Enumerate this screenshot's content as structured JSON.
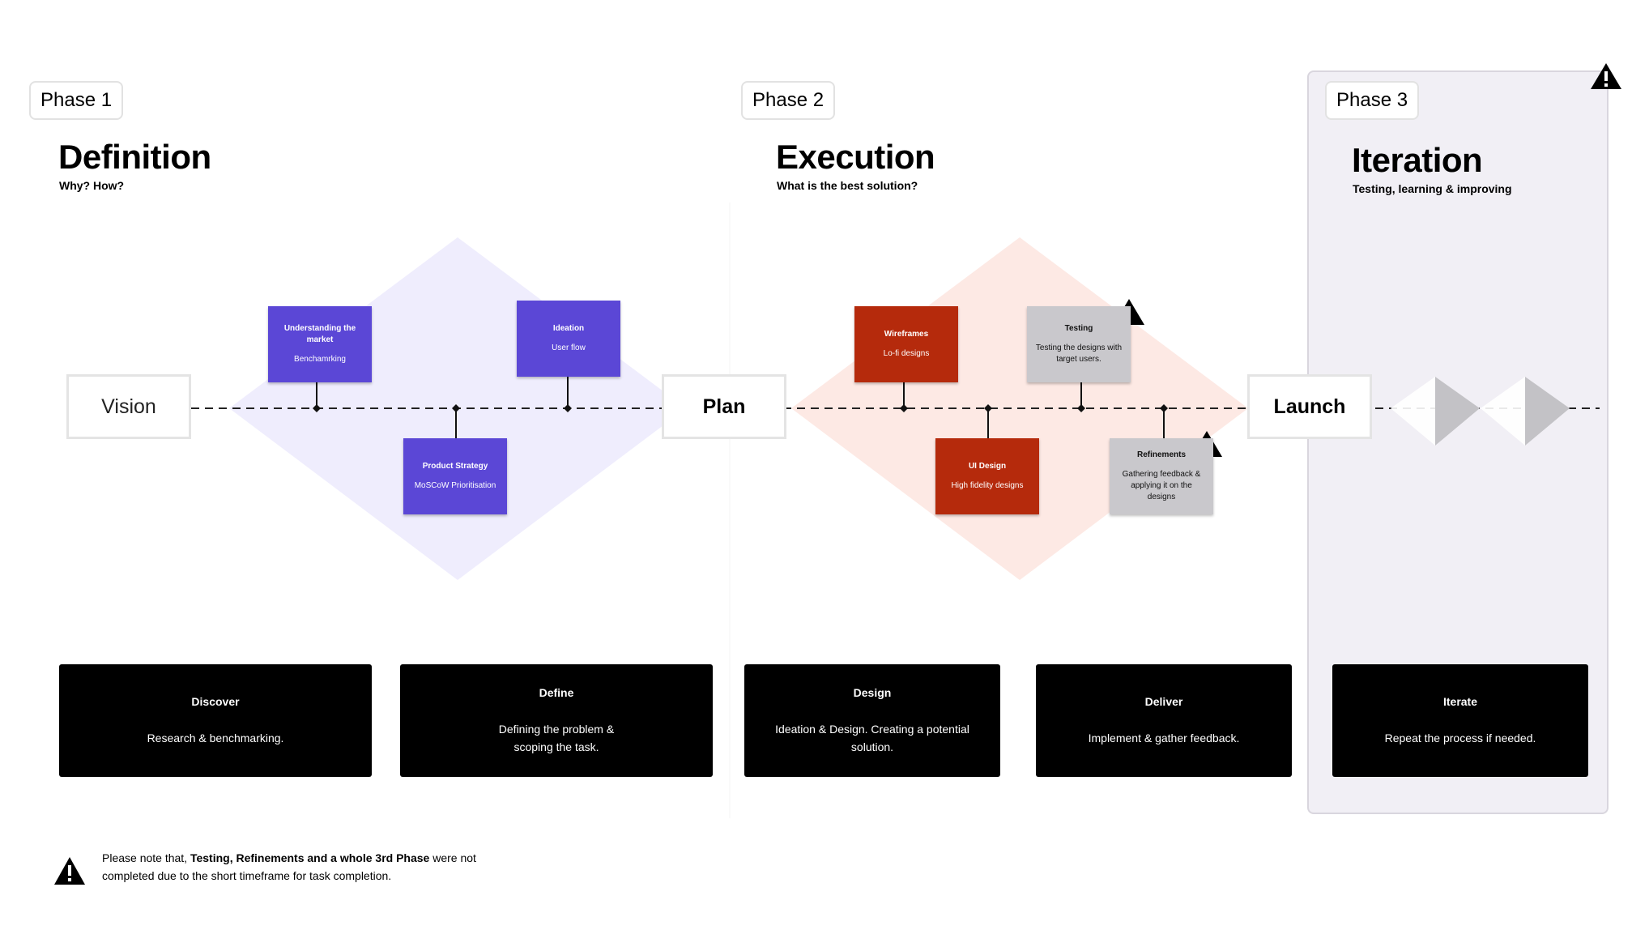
{
  "phases": [
    {
      "tag": "Phase 1",
      "title": "Definition",
      "subtitle": "Why? How?"
    },
    {
      "tag": "Phase 2",
      "title": "Execution",
      "subtitle": "What is the best solution?"
    },
    {
      "tag": "Phase 3",
      "title": "Iteration",
      "subtitle": "Testing, learning & improving"
    }
  ],
  "milestones": {
    "vision": "Vision",
    "plan": "Plan",
    "launch": "Launch"
  },
  "tasks": {
    "understanding": {
      "title": "Understanding the market",
      "desc": "Benchamrking"
    },
    "product_strategy": {
      "title": "Product Strategy",
      "desc": "MoSCoW Prioritisation"
    },
    "ideation": {
      "title": "Ideation",
      "desc": "User flow"
    },
    "wireframes": {
      "title": "Wireframes",
      "desc": "Lo-fi designs"
    },
    "ui_design": {
      "title": "UI Design",
      "desc": "High fidelity designs"
    },
    "testing": {
      "title": "Testing",
      "desc": "Testing the designs with target users."
    },
    "refinements": {
      "title": "Refinements",
      "desc": "Gathering feedback & applying it on the designs"
    }
  },
  "stages": [
    {
      "title": "Discover",
      "desc": "Research & benchmarking."
    },
    {
      "title": "Define",
      "desc": "Defining the problem & scoping the task."
    },
    {
      "title": "Design",
      "desc": "Ideation & Design. Creating a potential solution."
    },
    {
      "title": "Deliver",
      "desc": "Implement & gather feedback."
    },
    {
      "title": "Iterate",
      "desc": "Repeat the process if needed."
    }
  ],
  "note": {
    "prefix": "Please note that, ",
    "bold": "Testing, Refinements and a whole 3rd Phase",
    "suffix": " were not completed due to the short timeframe for task completion."
  },
  "colors": {
    "phase1_diamond": "#efedfd",
    "phase2_diamond": "#fde9e4",
    "purple": "#5b47d6",
    "red": "#b52a0c",
    "grey": "#c9c8cc"
  },
  "icons": [
    "warning-icon"
  ]
}
